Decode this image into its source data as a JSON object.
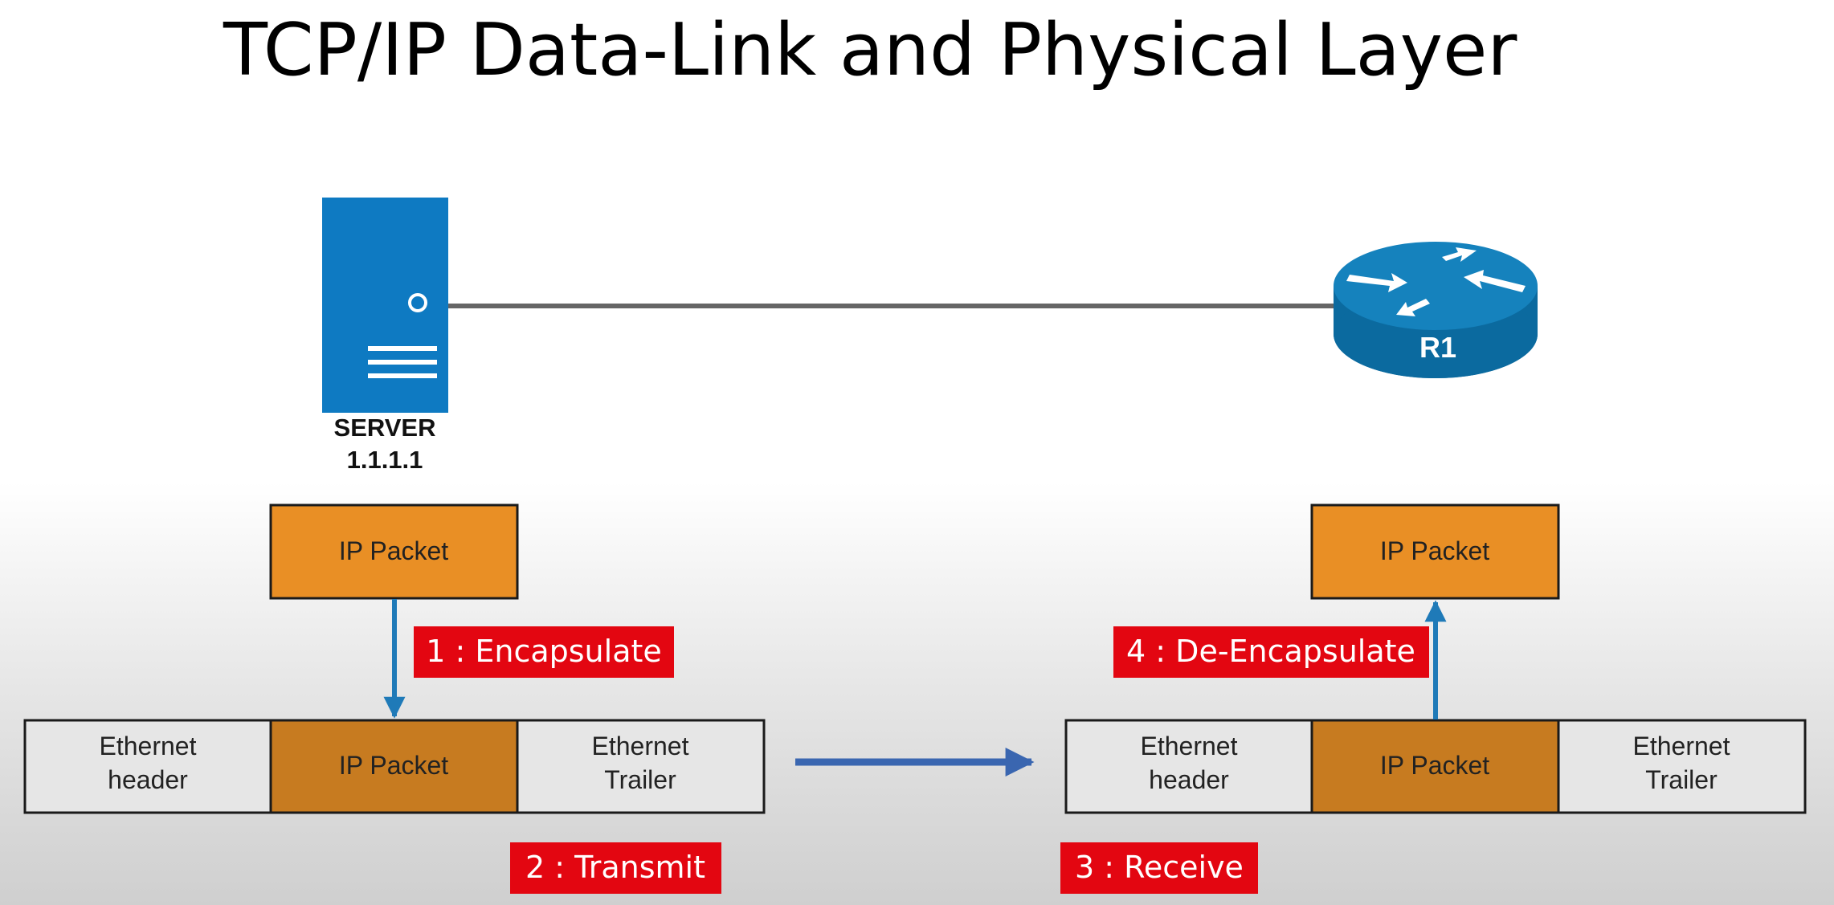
{
  "title": "TCP/IP Data-Link and Physical Layer",
  "colors": {
    "server_blue": "#0e7ac2",
    "router_blue": "#0b72a8",
    "packet_orange": "#e98f25",
    "frame_orange": "#c77b20",
    "frame_gray": "#e6e6e6",
    "step_red": "#e30611",
    "arrow_blue": "#3a66b0",
    "link_gray": "#666666"
  },
  "server": {
    "name": "SERVER",
    "ip": "1.1.1.1",
    "icon": "server-icon"
  },
  "router": {
    "name": "R1",
    "icon": "router-icon"
  },
  "sender": {
    "packet_label": "IP Packet",
    "frame": {
      "header": [
        "Ethernet",
        "header"
      ],
      "payload": "IP Packet",
      "trailer": [
        "Ethernet",
        "Trailer"
      ]
    }
  },
  "receiver": {
    "packet_label": "IP Packet",
    "frame": {
      "header": [
        "Ethernet",
        "header"
      ],
      "payload": "IP Packet",
      "trailer": [
        "Ethernet",
        "Trailer"
      ]
    }
  },
  "steps": [
    "1 : Encapsulate",
    "2 : Transmit",
    "3 : Receive",
    "4 : De-Encapsulate"
  ]
}
